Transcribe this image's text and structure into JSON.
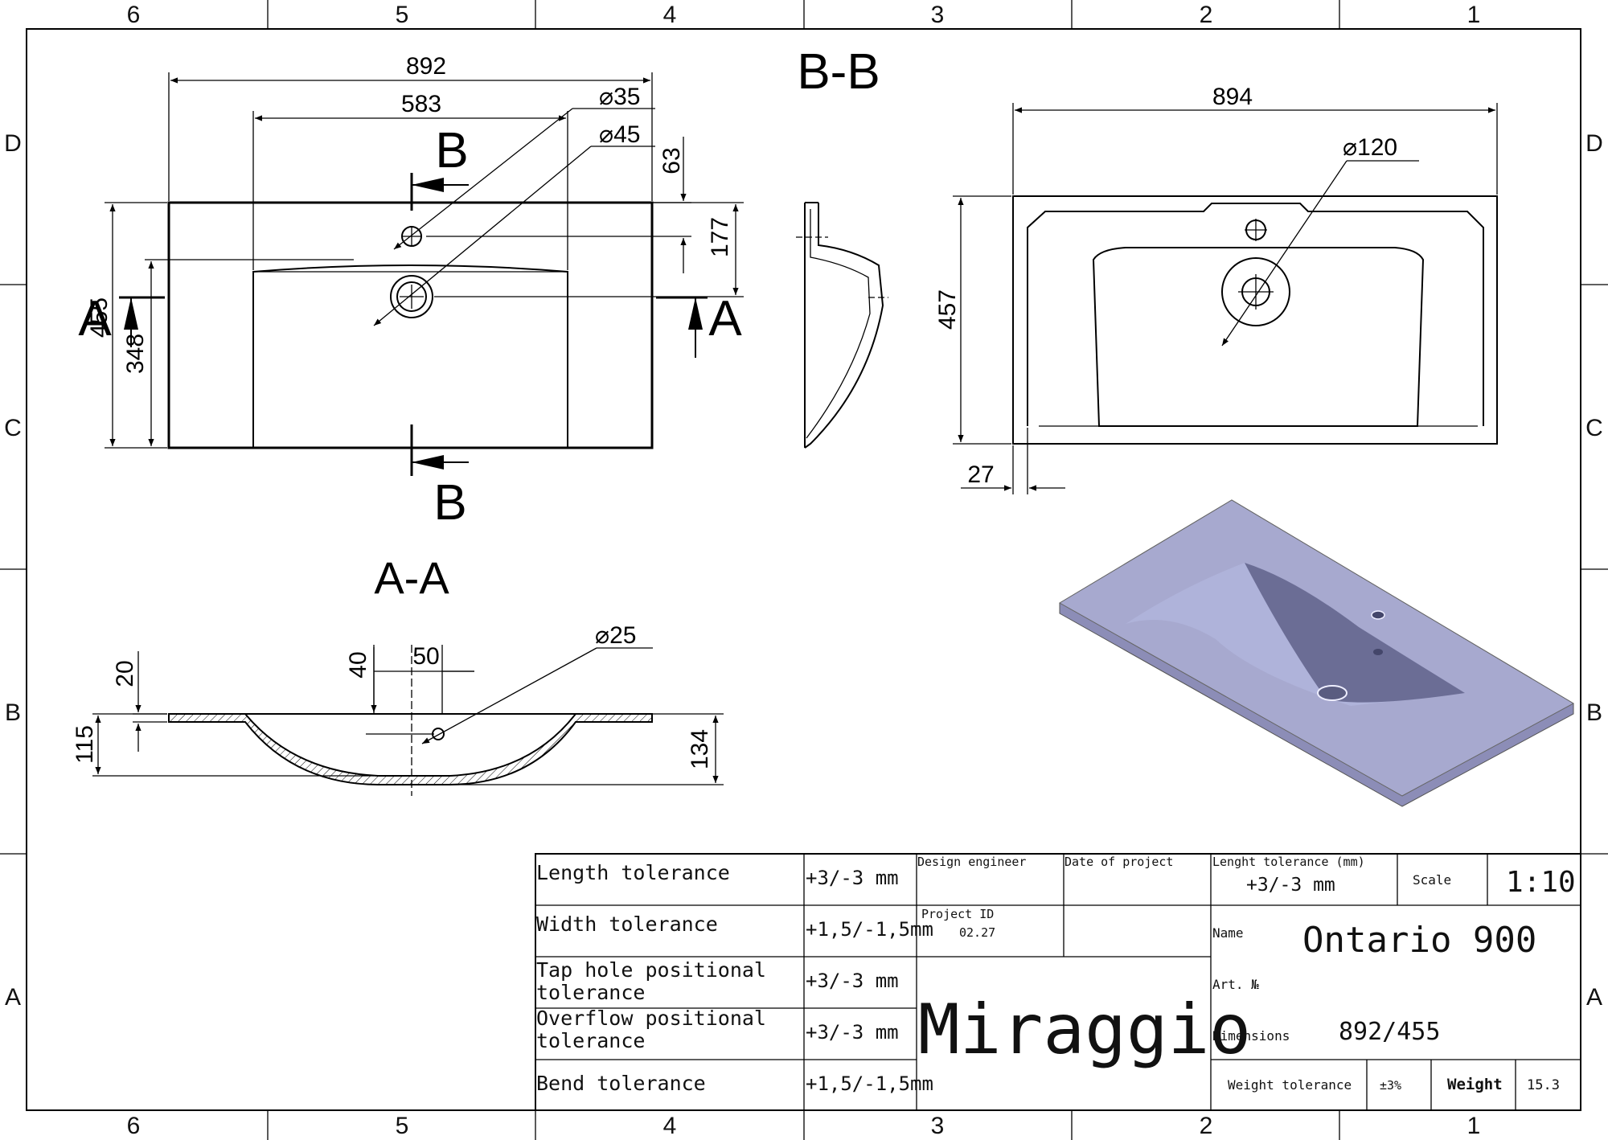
{
  "zones": {
    "columns": [
      "6",
      "5",
      "4",
      "3",
      "2",
      "1"
    ],
    "rows": [
      "D",
      "C",
      "B",
      "A"
    ]
  },
  "views": {
    "top": {
      "dim_overall_length": "892",
      "dim_bowl_length": "583",
      "dim_tap_hole": "35",
      "dim_drain_hole": "45",
      "dim_63": "63",
      "dim_177": "177",
      "dim_overall_width": "455",
      "dim_348": "348",
      "section_b_label": "B",
      "section_a_label": "A"
    },
    "section_bb": {
      "title": "B-B",
      "dim_length": "894",
      "dim_diameter": "120",
      "dim_width": "457",
      "dim_27": "27"
    },
    "section_aa": {
      "title": "A-A",
      "dim_diameter": "25",
      "dim_20": "20",
      "dim_40": "40",
      "dim_50": "50",
      "dim_115": "115",
      "dim_134": "134"
    }
  },
  "diameter_symbol": "⌀",
  "colors": {
    "iso_top": "#a7a9cf",
    "iso_front": "#8c8db7",
    "iso_bowl": "#6b6d95"
  },
  "title_block": {
    "tolerances": [
      {
        "label_line1": "Length tolerance",
        "label_line2": "",
        "value": "+3/-3 mm"
      },
      {
        "label_line1": "Width tolerance",
        "label_line2": "",
        "value": "+1,5/-1,5mm"
      },
      {
        "label_line1": "Tap hole positional",
        "label_line2": "tolerance",
        "value": "+3/-3 mm"
      },
      {
        "label_line1": "Overflow positional",
        "label_line2": "tolerance",
        "value": "+3/-3 mm"
      },
      {
        "label_line1": "Bend tolerance",
        "label_line2": "",
        "value": "+1,5/-1,5mm"
      }
    ],
    "design_engineer_label": "Design engineer",
    "date_label": "Date of project",
    "project_id_label": "Project ID",
    "project_id": "02.27",
    "brand": "Miraggio",
    "length_tolerance_label": "Lenght tolerance (mm)",
    "length_tolerance_value": "+3/-3 mm",
    "scale_label": "Scale",
    "scale": "1:10",
    "name_label": "Name",
    "name": "Ontario 900",
    "art_label": "Art. №",
    "dimensions_label": "Dimensions",
    "dimensions": "892/455",
    "weight_tolerance_label": "Weight tolerance",
    "weight_tolerance": "±3%",
    "weight_label": "Weight",
    "weight": "15.3"
  }
}
